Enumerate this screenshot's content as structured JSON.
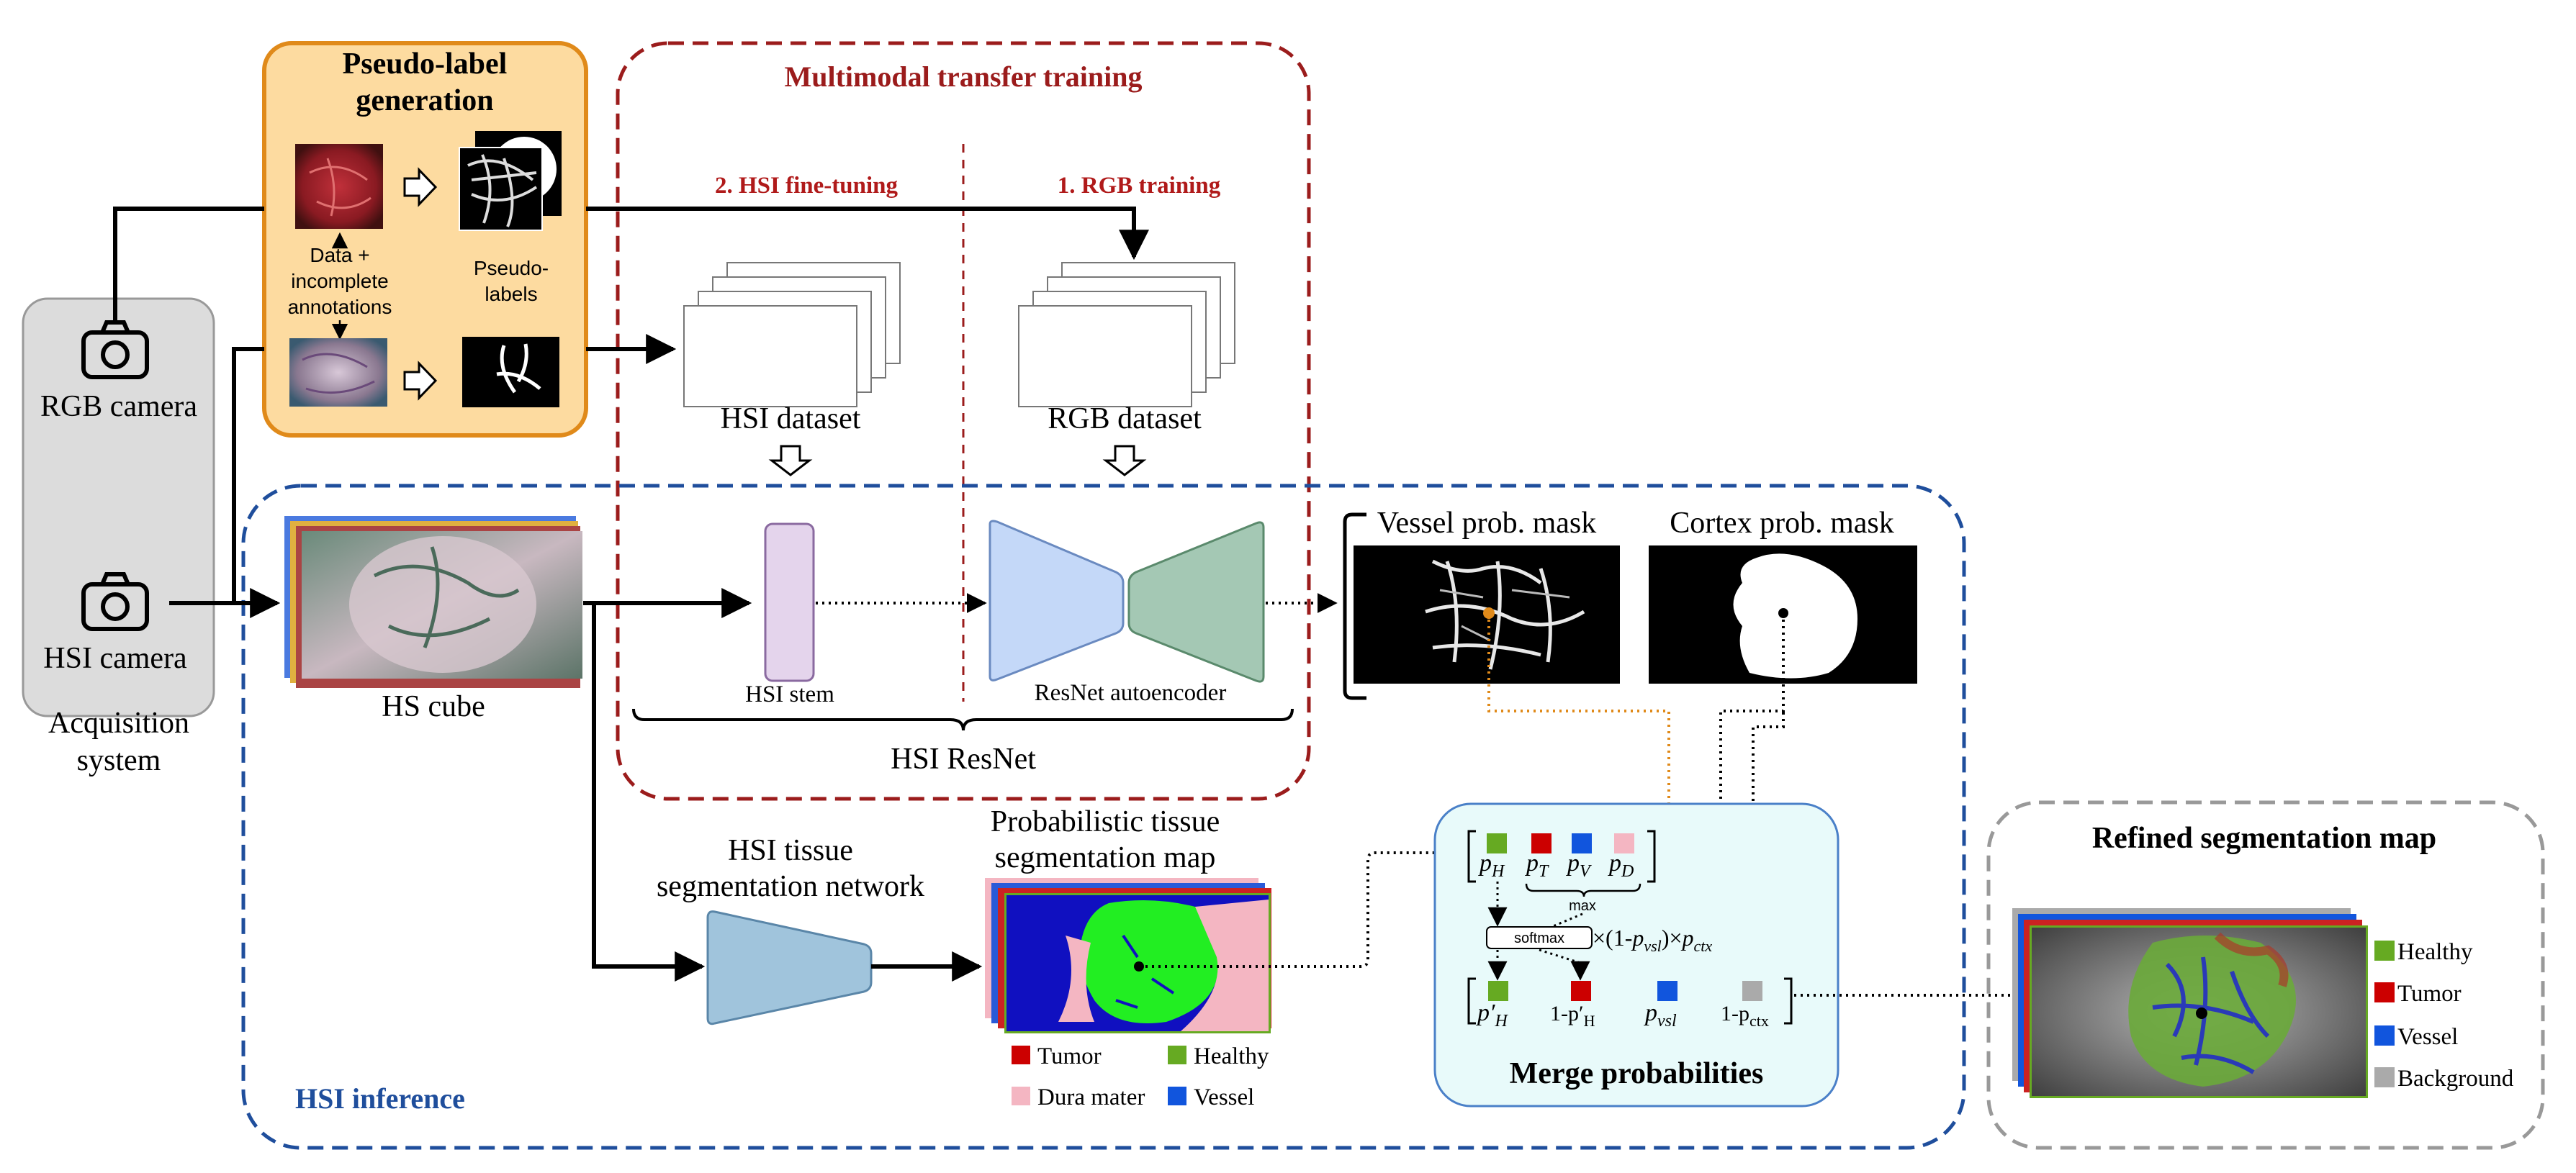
{
  "acquisition": {
    "rgb_camera_label": "RGB camera",
    "hsi_camera_label": "HSI camera",
    "system_label_line1": "Acquisition",
    "system_label_line2": "system"
  },
  "pseudo_label": {
    "title_line1": "Pseudo-label",
    "title_line2": "generation",
    "data_line1": "Data +",
    "data_line2": "incomplete",
    "data_line3": "annotations",
    "pseudo_line1": "Pseudo-",
    "pseudo_line2": "labels"
  },
  "transfer": {
    "title": "Multimodal transfer training",
    "step2": "2. HSI fine-tuning",
    "step1": "1. RGB training",
    "hsi_dataset": "HSI dataset",
    "rgb_dataset": "RGB dataset"
  },
  "resnet": {
    "stem_label": "HSI stem",
    "autoencoder_label": "ResNet autoencoder",
    "brace_label": "HSI ResNet"
  },
  "inference": {
    "title": "HSI inference",
    "hs_cube_label": "HS cube",
    "tissue_net_line1": "HSI tissue",
    "tissue_net_line2": "segmentation network",
    "prob_map_line1": "Probabilistic tissue",
    "prob_map_line2": "segmentation map",
    "vessel_mask_label": "Vessel prob. mask",
    "cortex_mask_label": "Cortex prob. mask",
    "legend": [
      {
        "label": "Tumor",
        "color": "#cc0000"
      },
      {
        "label": "Healthy",
        "color": "#66aa22"
      },
      {
        "label": "Dura mater",
        "color": "#f4b6c2"
      },
      {
        "label": "Vessel",
        "color": "#1155dd"
      }
    ]
  },
  "merge": {
    "title": "Merge probabilities",
    "p_h": "p",
    "p_h_sub": "H",
    "p_t_sub": "T",
    "p_v_sub": "V",
    "p_d_sub": "D",
    "max_label": "max",
    "softmax_label": "softmax",
    "formula_part1": "×(1-",
    "formula_part2": "p",
    "formula_sub2": "vsl",
    "formula_part3": ")×",
    "formula_part4": "p",
    "formula_sub4": "ctx",
    "out_h": "p′",
    "out_h_sub": "H",
    "out_t": "1-p′",
    "out_t_sub": "H",
    "out_v": "p",
    "out_v_sub": "vsl",
    "out_b": "1-p",
    "out_b_sub": "ctx"
  },
  "refined": {
    "title": "Refined segmentation map",
    "legend": [
      {
        "label": "Healthy",
        "color": "#66aa22"
      },
      {
        "label": "Tumor",
        "color": "#cc0000"
      },
      {
        "label": "Vessel",
        "color": "#1155dd"
      },
      {
        "label": "Background",
        "color": "#aaaaaa"
      }
    ]
  },
  "colors": {
    "transfer_border": "#9b1c1c",
    "inference_border": "#1f4e9c",
    "pseudo_fill": "#fddba0",
    "pseudo_border": "#e08a1a",
    "merge_fill": "#e8fafa",
    "merge_border": "#4a80c8",
    "orange_path": "#e08a1a"
  }
}
